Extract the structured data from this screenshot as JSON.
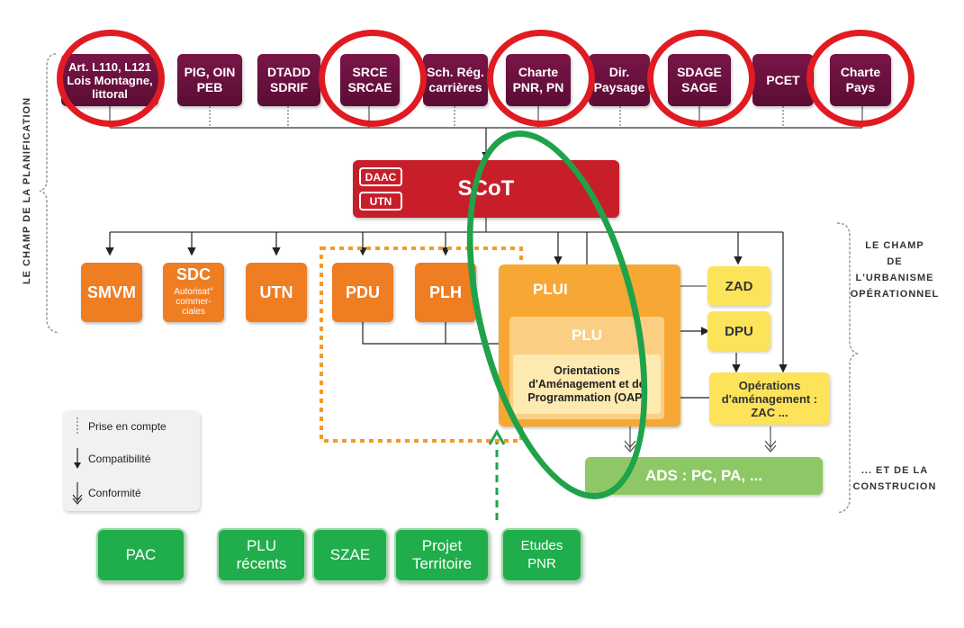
{
  "top_boxes": [
    {
      "id": "art",
      "label": "Art. L110, L121\nLois Montagne,\nlittoral"
    },
    {
      "id": "pig",
      "label": "PIG, OIN\nPEB"
    },
    {
      "id": "dtadd",
      "label": "DTADD\nSDRIF"
    },
    {
      "id": "srce",
      "label": "SRCE\nSRCAE"
    },
    {
      "id": "schreg",
      "label": "Sch. Rég.\ncarrières"
    },
    {
      "id": "charte-pnr",
      "label": "Charte\nPNR, PN"
    },
    {
      "id": "dirpays",
      "label": "Dir.\nPaysage"
    },
    {
      "id": "sdage",
      "label": "SDAGE\nSAGE"
    },
    {
      "id": "pcet",
      "label": "PCET"
    },
    {
      "id": "charte-pays",
      "label": "Charte\nPays"
    }
  ],
  "scot": {
    "title": "SCoT",
    "tag1": "DAAC",
    "tag2": "UTN"
  },
  "mid_boxes": {
    "smvm": "SMVM",
    "sdc_title": "SDC",
    "sdc_sub": "Autorisat°\ncommer-\nciales",
    "utn": "UTN",
    "pdu": "PDU",
    "plh": "PLH"
  },
  "plui": {
    "title": "PLUI",
    "plu": "PLU",
    "oap": "Orientations\nd'Aménagement et de\nProgrammation (OAP)"
  },
  "right_boxes": {
    "zad": "ZAD",
    "dpu": "DPU",
    "operations": "Opérations\nd'aménagement :\nZAC ..."
  },
  "ads": "ADS : PC, PA, ...",
  "side_labels": {
    "left": "LE CHAMP DE LA PLANIFICATION",
    "right_top": "LE CHAMP\nDE\nL'URBANISME\nOPÉRATIONNEL",
    "right_bottom": "... ET DE LA\nCONSTRUCION"
  },
  "legend": {
    "prise": "Prise en compte",
    "compat": "Compatibilité",
    "conform": "Conformité"
  },
  "bottom_buttons": [
    "PAC",
    "PLU\nrécents",
    "SZAE",
    "Projet\nTerritoire",
    "Etudes\nPNR"
  ],
  "colors": {
    "plum": "#6b1040",
    "scot_red": "#c81e2a",
    "orange": "#ef7d22",
    "yellow": "#fde35a",
    "ads_green": "#8ec866",
    "highlight_red": "#e01b22",
    "highlight_green": "#1fa34a"
  }
}
